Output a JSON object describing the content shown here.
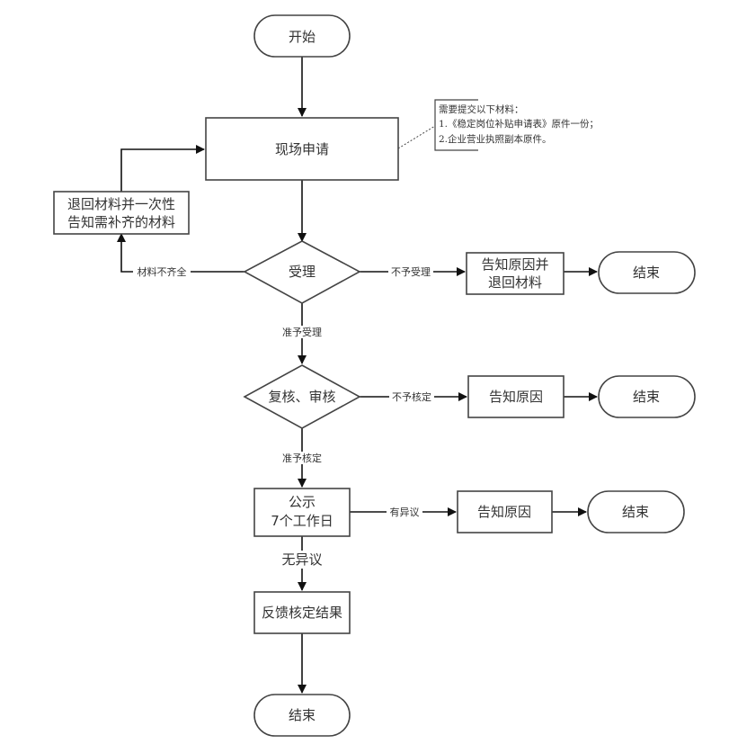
{
  "nodes": {
    "start": {
      "label": "开始",
      "type": "terminator"
    },
    "apply": {
      "label": "现场申请",
      "type": "process"
    },
    "return_materials": {
      "lines": [
        "退回材料并一次性",
        "告知需补齐的材料"
      ],
      "type": "process"
    },
    "accept": {
      "label": "受理",
      "type": "decision"
    },
    "reject_return": {
      "lines": [
        "告知原因并",
        "退回材料"
      ],
      "type": "process"
    },
    "end1": {
      "label": "结束",
      "type": "terminator"
    },
    "review": {
      "label": "复核、审核",
      "type": "decision"
    },
    "notify2": {
      "label": "告知原因",
      "type": "process"
    },
    "end2": {
      "label": "结束",
      "type": "terminator"
    },
    "publicity": {
      "lines": [
        "公示",
        "7个工作日"
      ],
      "type": "process"
    },
    "notify3": {
      "label": "告知原因",
      "type": "process"
    },
    "end3": {
      "label": "结束",
      "type": "terminator"
    },
    "feedback": {
      "label": "反馈核定结果",
      "type": "process"
    },
    "end4": {
      "label": "结束",
      "type": "terminator"
    }
  },
  "note": {
    "lines": [
      "需要提交以下材料：",
      "1.《稳定岗位补贴申请表》原件一份；",
      "2.企业营业执照副本原件。"
    ]
  },
  "edges": {
    "incomplete": "材料不齐全",
    "not_accepted": "不予受理",
    "accepted": "准予受理",
    "not_approved": "不予核定",
    "approved": "准予核定",
    "objection": "有异议",
    "no_objection": "无异议"
  }
}
